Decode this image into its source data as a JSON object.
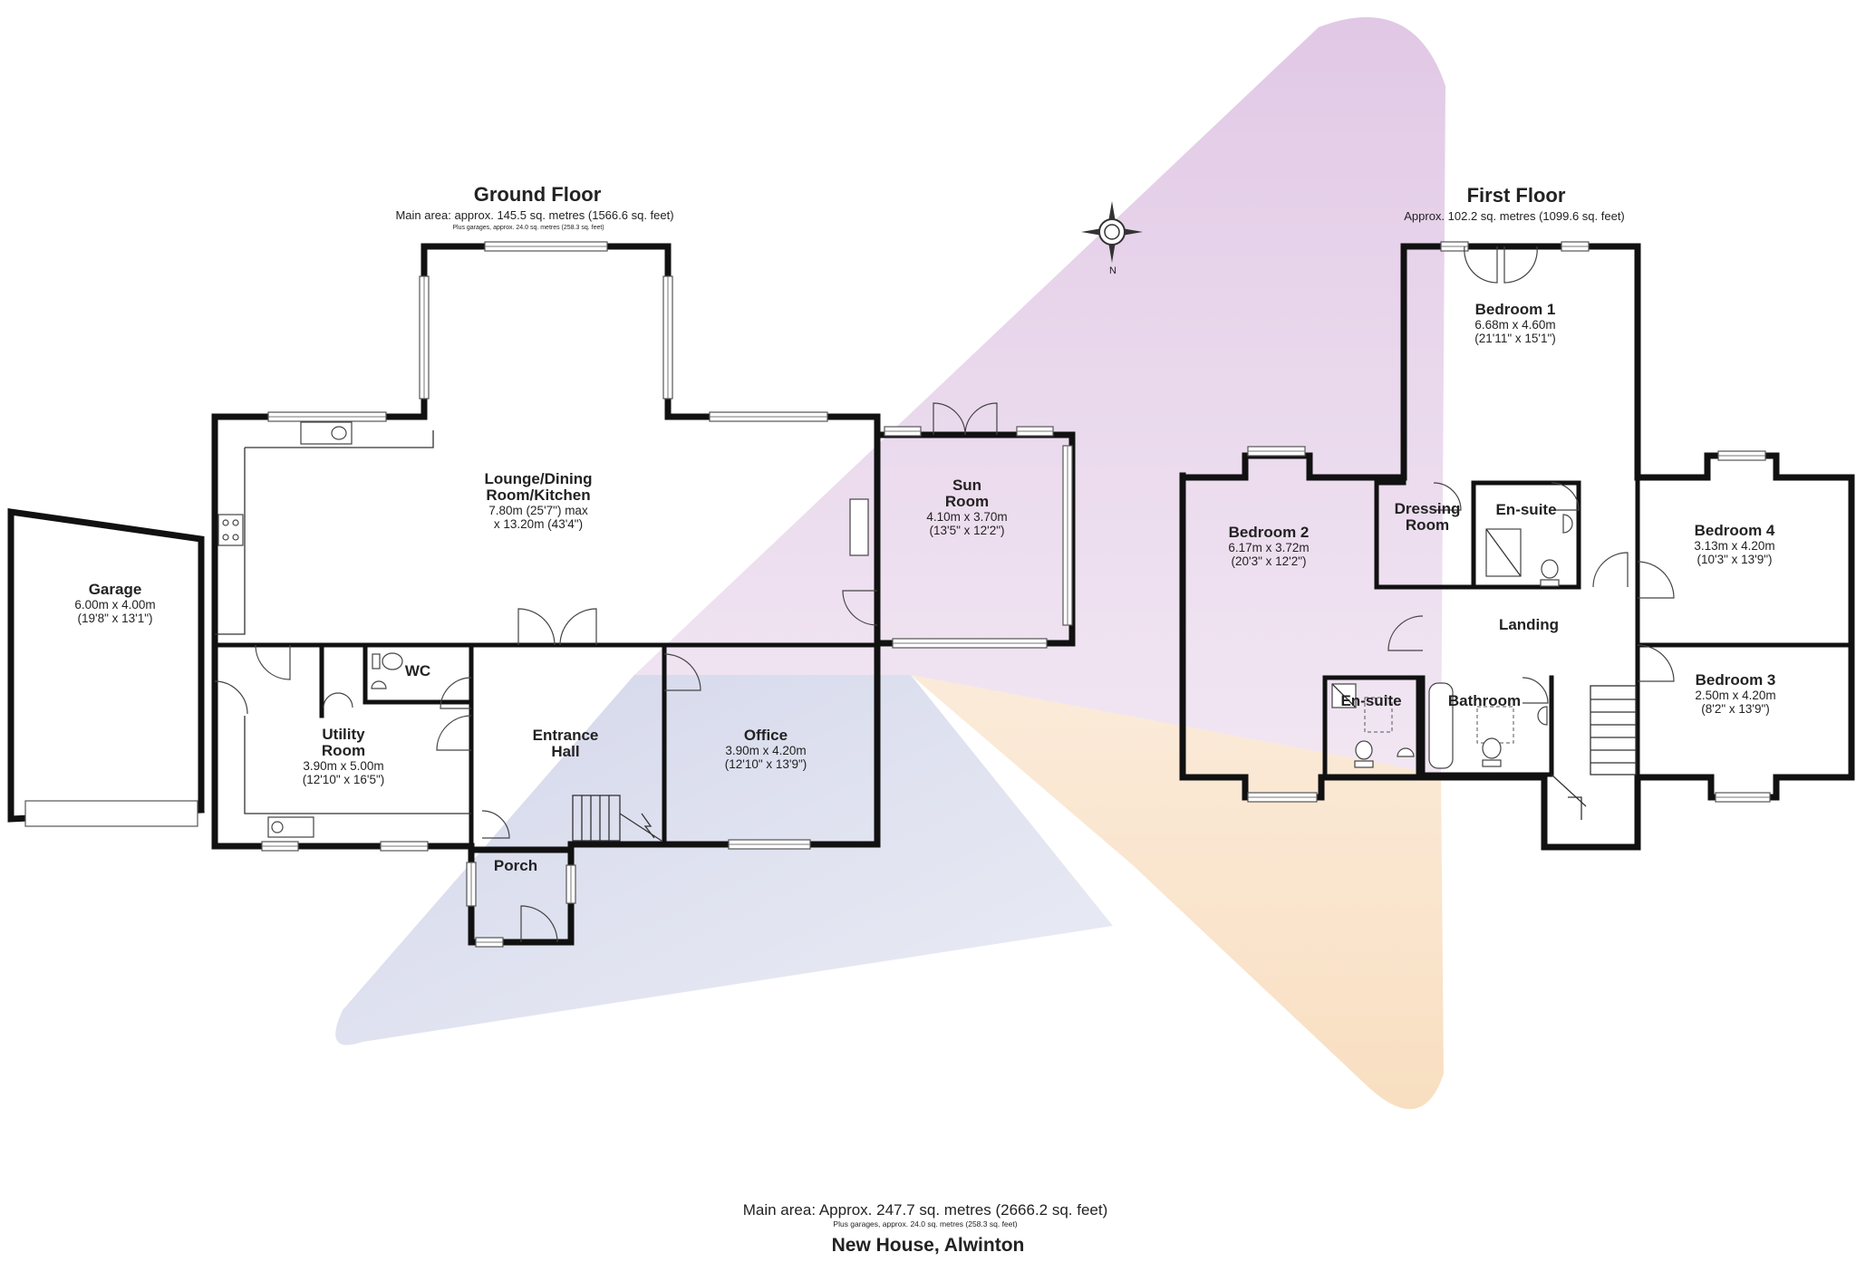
{
  "ground_floor": {
    "title": "Ground Floor",
    "area": "Main area: approx. 145.5 sq. metres (1566.6 sq. feet)",
    "garage_note": "Plus garages, approx. 24.0 sq. metres (258.3 sq. feet)",
    "rooms": [
      {
        "id": "garage",
        "name_lines": [
          "Garage"
        ],
        "dims": [
          "6.00m x 4.00m",
          "(19'8\" x 13'1\")"
        ]
      },
      {
        "id": "lounge",
        "name_lines": [
          "Lounge/Dining",
          "Room/Kitchen"
        ],
        "dims": [
          "7.80m (25'7\") max",
          "x 13.20m (43'4\")"
        ]
      },
      {
        "id": "sun-room",
        "name_lines": [
          "Sun",
          "Room"
        ],
        "dims": [
          "4.10m x 3.70m",
          "(13'5\" x 12'2\")"
        ]
      },
      {
        "id": "wc",
        "name_lines": [
          "WC"
        ],
        "dims": []
      },
      {
        "id": "utility",
        "name_lines": [
          "Utility",
          "Room"
        ],
        "dims": [
          "3.90m x 5.00m",
          "(12'10\" x 16'5\")"
        ]
      },
      {
        "id": "entrance-hall",
        "name_lines": [
          "Entrance",
          "Hall"
        ],
        "dims": []
      },
      {
        "id": "office",
        "name_lines": [
          "Office"
        ],
        "dims": [
          "3.90m x 4.20m",
          "(12'10\" x 13'9\")"
        ]
      },
      {
        "id": "porch",
        "name_lines": [
          "Porch"
        ],
        "dims": []
      }
    ]
  },
  "first_floor": {
    "title": "First Floor",
    "area": "Approx. 102.2 sq. metres (1099.6 sq. feet)",
    "rooms": [
      {
        "id": "bedroom-1",
        "name_lines": [
          "Bedroom 1"
        ],
        "dims": [
          "6.68m x 4.60m",
          "(21'11\" x 15'1\")"
        ]
      },
      {
        "id": "bedroom-2",
        "name_lines": [
          "Bedroom 2"
        ],
        "dims": [
          "6.17m x 3.72m",
          "(20'3\" x 12'2\")"
        ]
      },
      {
        "id": "dressing-room",
        "name_lines": [
          "Dressing",
          "Room"
        ],
        "dims": []
      },
      {
        "id": "en-suite-1",
        "name_lines": [
          "En-suite"
        ],
        "dims": []
      },
      {
        "id": "bedroom-4",
        "name_lines": [
          "Bedroom 4"
        ],
        "dims": [
          "3.13m x 4.20m",
          "(10'3\" x 13'9\")"
        ]
      },
      {
        "id": "landing",
        "name_lines": [
          "Landing"
        ],
        "dims": []
      },
      {
        "id": "en-suite-2",
        "name_lines": [
          "En-suite"
        ],
        "dims": []
      },
      {
        "id": "bathroom",
        "name_lines": [
          "Bathroom"
        ],
        "dims": []
      },
      {
        "id": "bedroom-3",
        "name_lines": [
          "Bedroom 3"
        ],
        "dims": [
          "2.50m x 4.20m",
          "(8'2\" x 13'9\")"
        ]
      }
    ]
  },
  "compass": {
    "label": "N",
    "icon": "compass-rose-icon"
  },
  "footer": {
    "total_area": "Main area: Approx. 247.7 sq. metres (2666.2 sq. feet)",
    "garage_note": "Plus garages, approx. 24.0 sq. metres (258.3 sq. feet)",
    "address": "New House, Alwinton"
  },
  "colors": {
    "wall": "#111111",
    "watermark_purple": "#c89bd0",
    "watermark_blue": "#9ca4cf",
    "watermark_orange": "#f3c48e",
    "background": "#ffffff"
  }
}
